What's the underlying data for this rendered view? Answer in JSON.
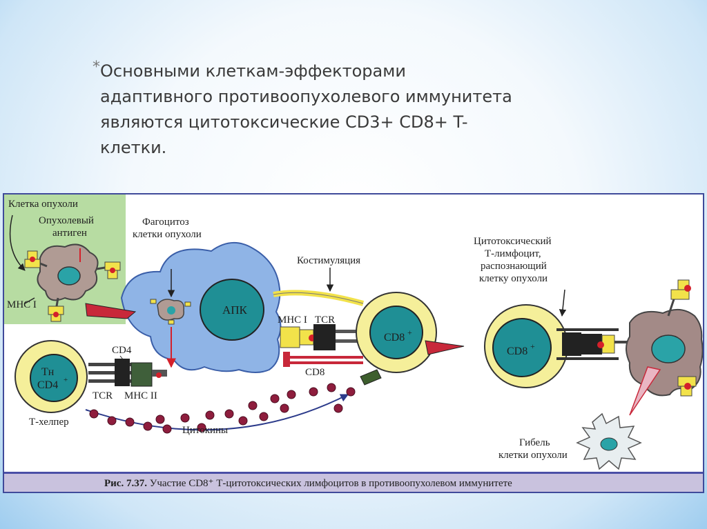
{
  "slide": {
    "bullet": "*",
    "lines": [
      "Основными клеткам-эффекторами",
      "адаптивного противоопухолевого иммунитета",
      "являются цитотоксические CD3+ CD8+ T-",
      "клетки."
    ]
  },
  "figure": {
    "labels": {
      "tumor_cell": "Клетка опухоли",
      "tumor_antigen_1": "Опухолевый",
      "tumor_antigen_2": "антиген",
      "mhc1_left": "MHC I",
      "phago_1": "Фагоцитоз",
      "phago_2": "клетки опухоли",
      "apc": "АПК",
      "cd4": "CD4",
      "th_1": "Тн",
      "th_2": "CD4",
      "tcr_left": "TCR",
      "mhc2": "MHC II",
      "t_helper": "Т-хелпер",
      "cytokines": "Цитокины",
      "costim": "Костимуляция",
      "mhc1_mid": "MHC I",
      "tcr_mid": "TCR",
      "cd8_receptor": "CD8",
      "cd8_cell_1": "CD8",
      "cd8_cell_2": "CD8",
      "ctl_1": "Цитотоксический",
      "ctl_2": "Т-лимфоцит,",
      "ctl_3": "распознающий",
      "ctl_4": "клетку опухоли",
      "death_1": "Гибель",
      "death_2": "клетки опухоли"
    },
    "superscript_plus": "+",
    "caption_bold": "Рис. 7.37.",
    "caption_text": " Участие CD8⁺ Т-цитотоксических лимфоцитов в противоопухолевом иммунитете"
  }
}
